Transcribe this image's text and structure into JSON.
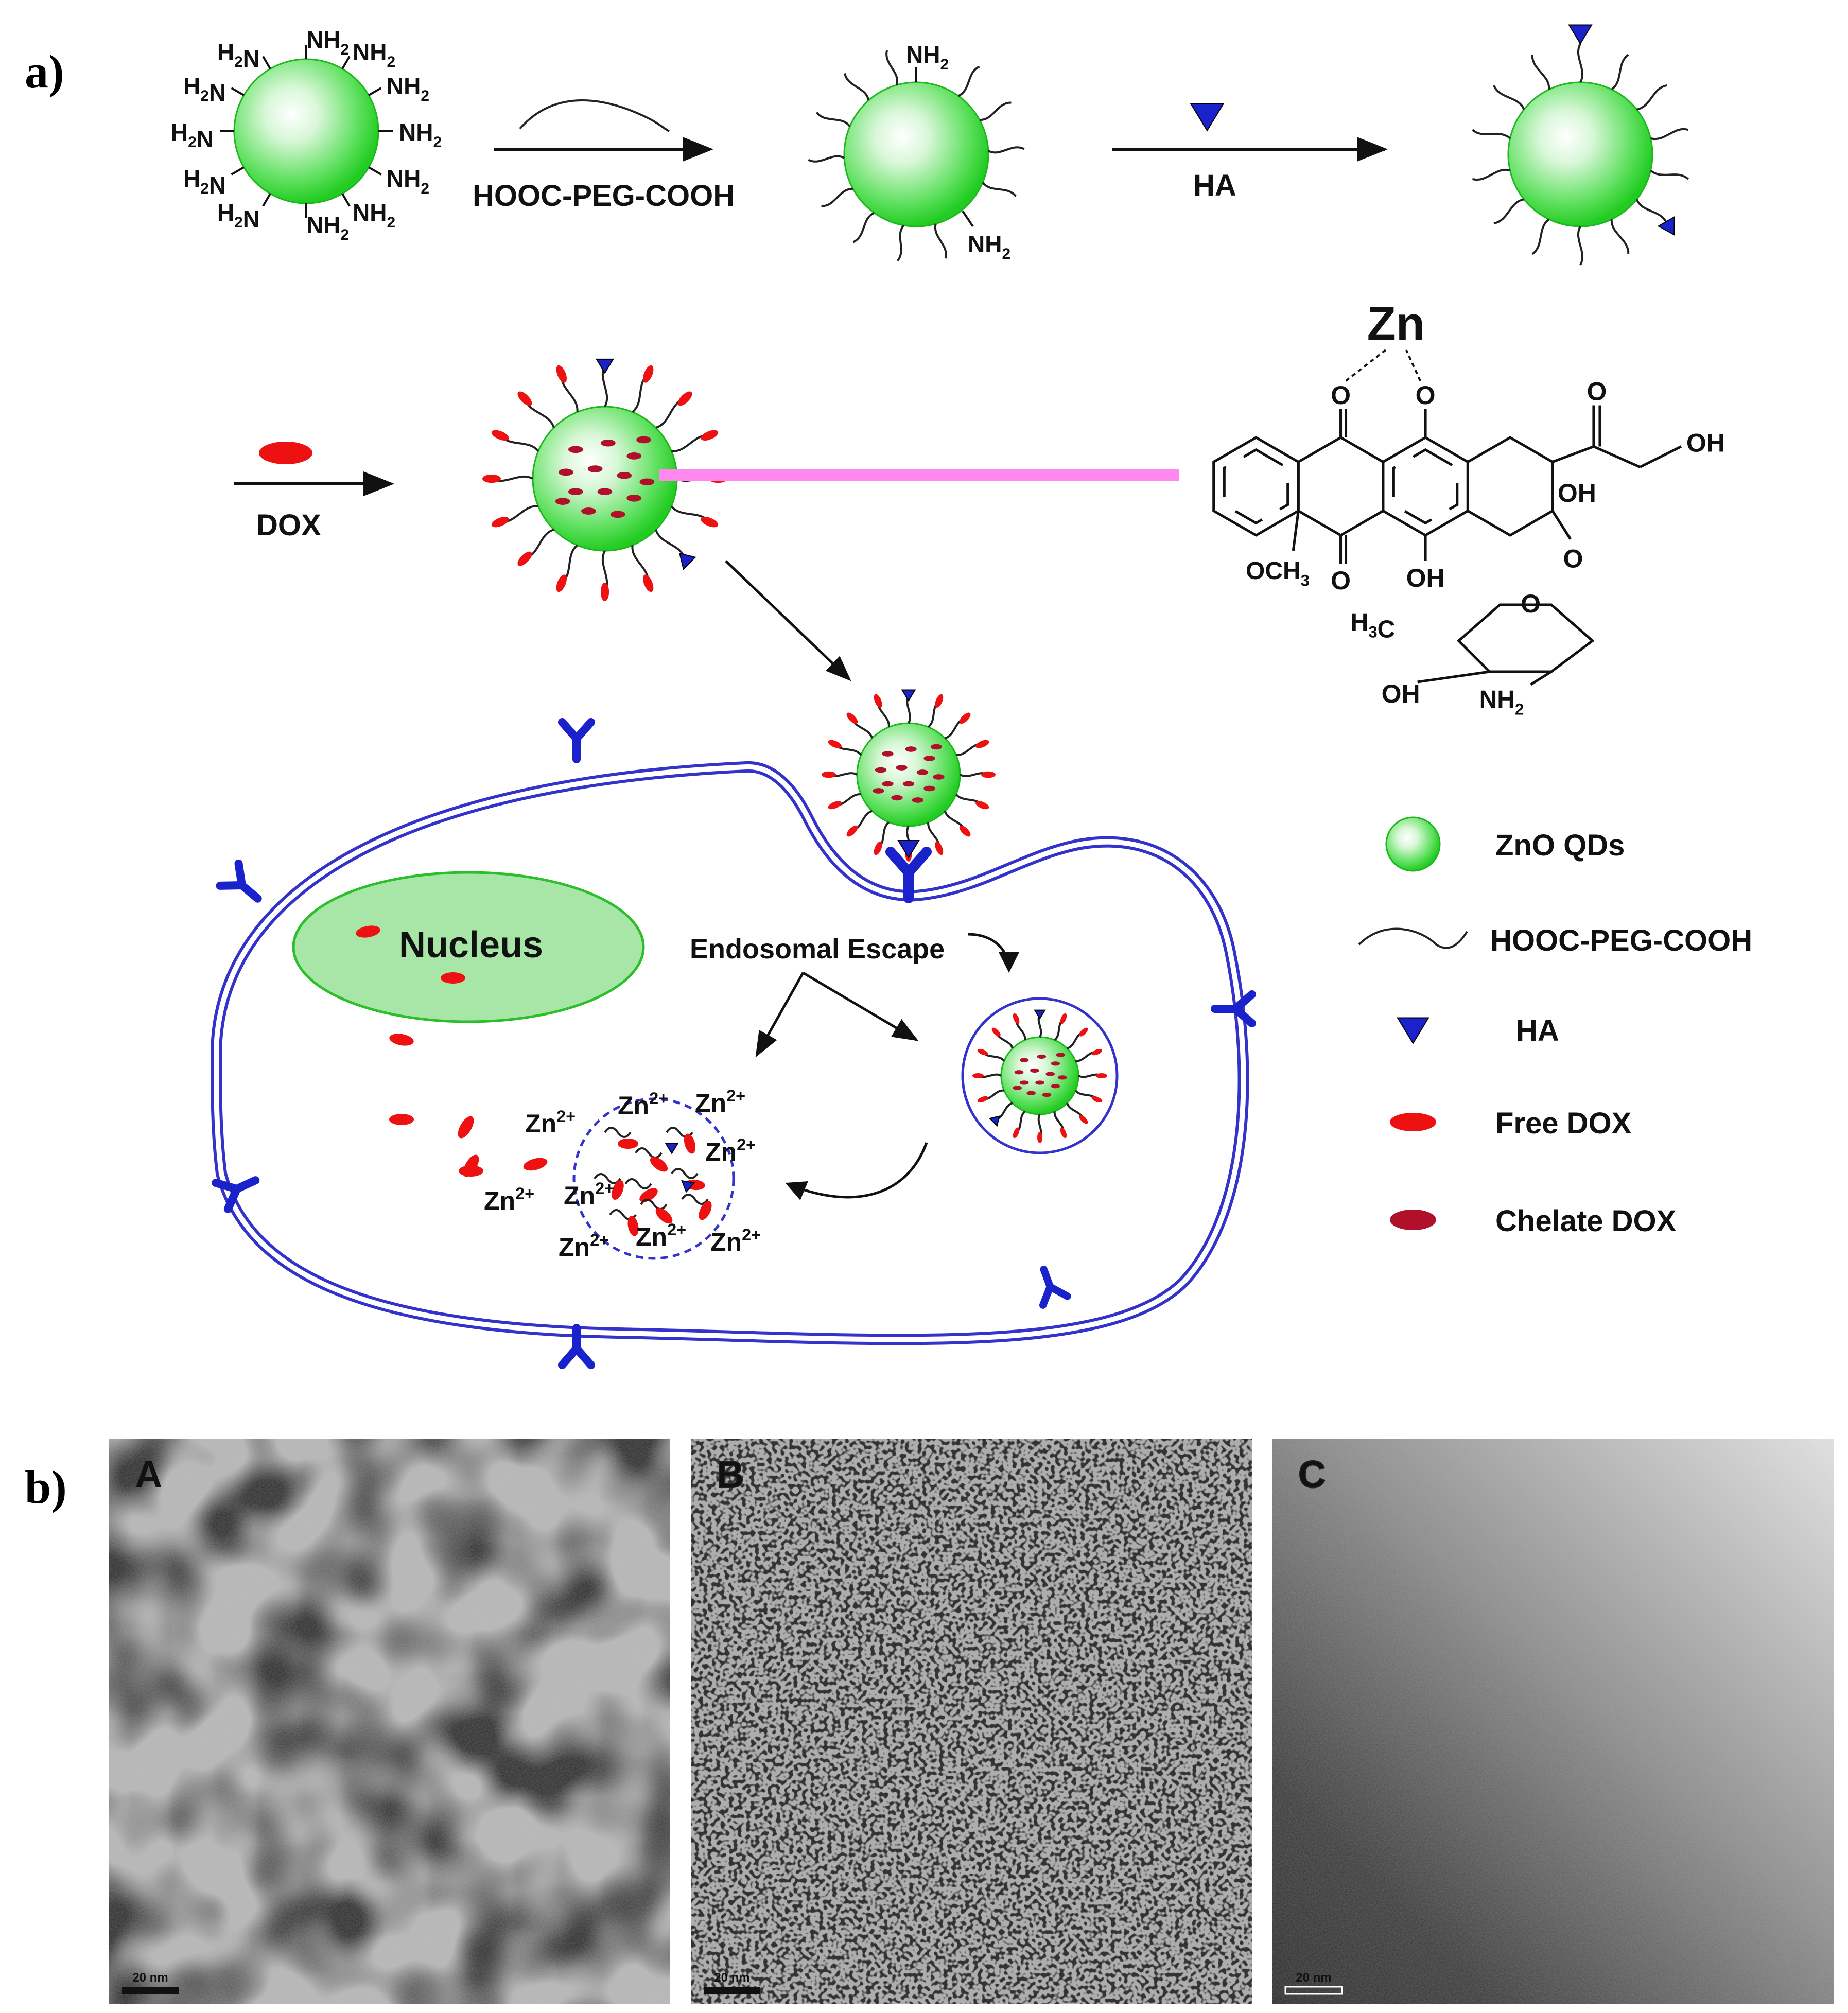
{
  "figure": {
    "panel_a_label": "a)",
    "panel_b_label": "b)"
  },
  "scheme": {
    "amine_label": "NH2",
    "amine_left_label": "H2N",
    "step1_reagent": "HOOC-PEG-COOH",
    "step2_reagent": "HA",
    "step3_reagent": "DOX",
    "complex_metal": "Zn",
    "chem_labels": {
      "oh": "OH",
      "oh_left": "OH",
      "och3": "OCH3",
      "h3c": "H3C",
      "nh2": "NH2",
      "o": "O"
    },
    "nucleus_label": "Nucleus",
    "endosomal_label": "Endosomal Escape",
    "zinc_ion": "Zn2+"
  },
  "legend": {
    "items": [
      {
        "label": "ZnO QDs",
        "icon": "zno-qd-icon"
      },
      {
        "label": "HOOC-PEG-COOH",
        "icon": "peg-chain-icon"
      },
      {
        "label": "HA",
        "icon": "ha-triangle-icon"
      },
      {
        "label": "Free DOX",
        "icon": "free-dox-icon"
      },
      {
        "label": "Chelate DOX",
        "icon": "chelate-dox-icon"
      }
    ]
  },
  "tem": {
    "panels": [
      {
        "letter": "A",
        "scale_bar": "20 nm"
      },
      {
        "letter": "B",
        "scale_bar": "20 nm"
      },
      {
        "letter": "C",
        "scale_bar": "20 nm"
      }
    ]
  },
  "colors": {
    "qd_green": "#33dd33",
    "ha_blue": "#1a22cc",
    "dox_red": "#ee1111",
    "chelate_red": "#b0102a",
    "membrane_blue": "#3333cc",
    "nucleus_green": "#a8e6a8",
    "link_pink": "#ff88ee"
  }
}
